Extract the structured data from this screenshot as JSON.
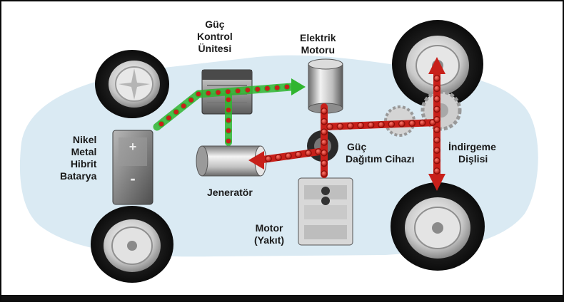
{
  "labels": {
    "power_control_unit": [
      "Güç",
      "Kontrol",
      "Ünitesi"
    ],
    "electric_motor": [
      "Elektrik",
      "Motoru"
    ],
    "battery": [
      "Nikel",
      "Metal",
      "Hibrit",
      "Batarya"
    ],
    "generator": [
      "Jeneratör"
    ],
    "power_split_device": [
      "Güç",
      "Dağıtım Cihazı"
    ],
    "reduction_gear": [
      "İndirgeme",
      "Dişlisi"
    ],
    "engine": [
      "Motor",
      "(Yakıt)"
    ]
  },
  "colors": {
    "electric_flow": "#2fb52f",
    "mechanical_flow": "#c8201a",
    "car_body": "#d6e8f2",
    "frame": "#0a0a0a"
  },
  "icons": [
    "battery-icon",
    "power-control-unit-icon",
    "electric-motor-icon",
    "generator-icon",
    "engine-icon",
    "power-split-device-icon",
    "reduction-gear-icon",
    "wheel-icon"
  ]
}
